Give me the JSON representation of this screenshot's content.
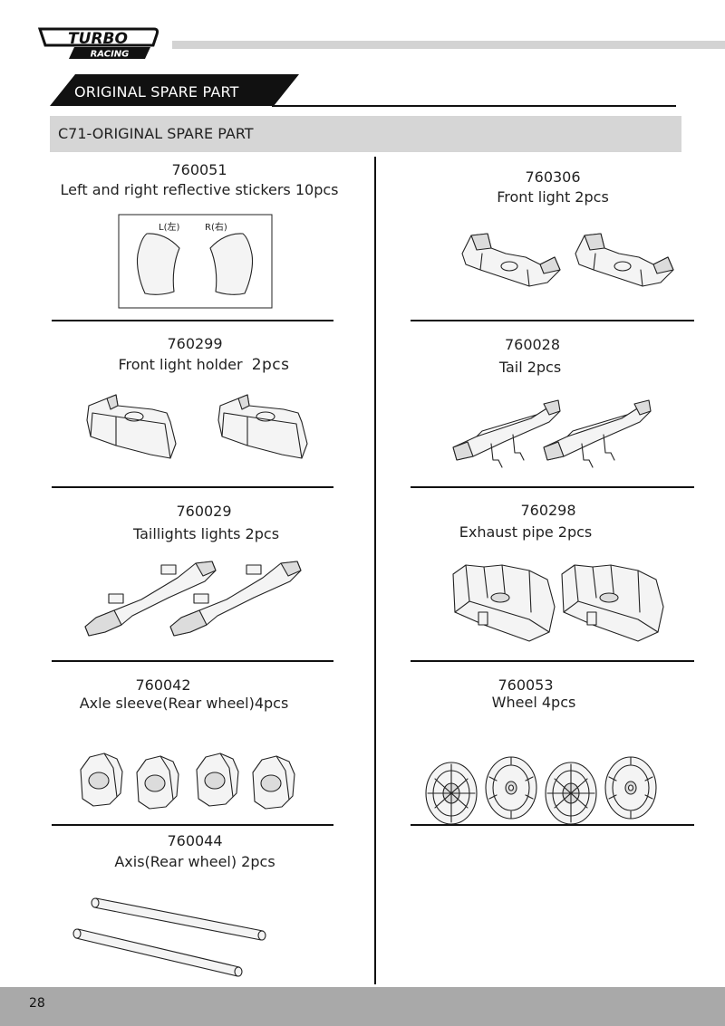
{
  "header": {
    "logo": {
      "main": "TURBO",
      "sub": "RACING"
    },
    "banner_title": "ORIGINAL SPARE PART"
  },
  "section": {
    "title": "C71-ORIGINAL SPARE PART"
  },
  "parts": {
    "p760051": {
      "code": "760051",
      "desc": "Left and right reflective stickers 10pcs",
      "label_left": "L(左)",
      "label_right": "R(右)"
    },
    "p760306": {
      "code": "760306",
      "desc": "Front light 2pcs"
    },
    "p760299": {
      "code": "760299",
      "desc": "Front light holder",
      "qty": "2pcs"
    },
    "p760028": {
      "code": "760028",
      "desc": "Tail 2pcs"
    },
    "p760029": {
      "code": "760029",
      "desc": "Taillights lights 2pcs"
    },
    "p760298": {
      "code": "760298",
      "desc": "Exhaust pipe 2pcs"
    },
    "p760042": {
      "code": "760042",
      "desc": "Axle sleeve(Rear wheel)4pcs"
    },
    "p760053": {
      "code": "760053",
      "desc": "Wheel 4pcs"
    },
    "p760044": {
      "code": "760044",
      "desc": "Axis(Rear wheel) 2pcs"
    }
  },
  "footer": {
    "page_number": "28"
  },
  "colors": {
    "section_bar": "#d6d6d6",
    "footer_bar": "#a9a9a9",
    "banner": "#111111",
    "top_rule": "#d3d3d3"
  }
}
